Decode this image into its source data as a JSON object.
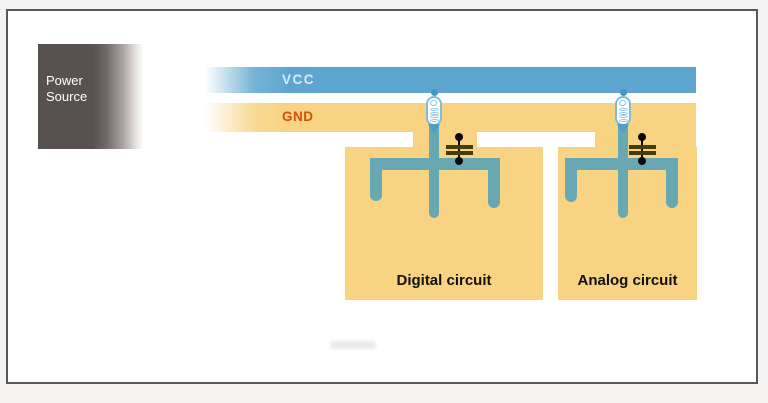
{
  "power_source": {
    "label": "Power Source"
  },
  "rails": {
    "vcc_label": "VCC",
    "gnd_label": "GND"
  },
  "blocks": [
    {
      "label": "Digital circuit"
    },
    {
      "label": "Analog circuit"
    }
  ],
  "colors": {
    "vcc-blue": "#5ea6d0",
    "gnd-yellow": "#f7d382",
    "trace-teal": "#68a8b2",
    "gnd-text": "#d2500e",
    "power-box": "#575150",
    "inductor-blue": "#4d9fca",
    "cap-plate": "#473b0c"
  }
}
